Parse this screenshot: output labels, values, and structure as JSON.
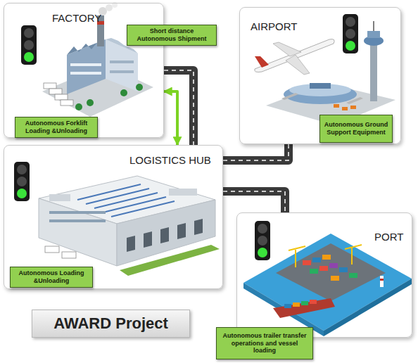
{
  "diagram": {
    "nodes": [
      {
        "text": [
          "FACTORY"
        ]
      },
      {
        "text": [
          "Autonomous Forklift Loading &Unloading"
        ],
        "in": 0
      },
      {
        "text": [
          "Short distance Autonomous Shipment"
        ]
      },
      {
        "text": [
          "AIRPORT"
        ]
      },
      {
        "text": [
          "Autonomous Ground Support Equipment"
        ],
        "in": 3
      },
      {
        "text": [
          "LOGISTICS HUB"
        ]
      },
      {
        "text": [
          "Autonomous Loading &Unloading"
        ],
        "in": 5
      },
      {
        "text": [
          "PORT"
        ]
      },
      {
        "text": [
          "Autonomous trailer transfer operations and vessel loading"
        ],
        "in": 7
      },
      {
        "text": [
          "AWARD Project"
        ]
      }
    ],
    "edges": [
      {
        "from": 0,
        "to": 5,
        "arrow": "both"
      },
      {
        "from": 0,
        "to": 5,
        "arrow": "none"
      },
      {
        "from": 3,
        "to": 5,
        "arrow": "none"
      },
      {
        "from": 5,
        "to": 7,
        "arrow": "none"
      }
    ]
  }
}
